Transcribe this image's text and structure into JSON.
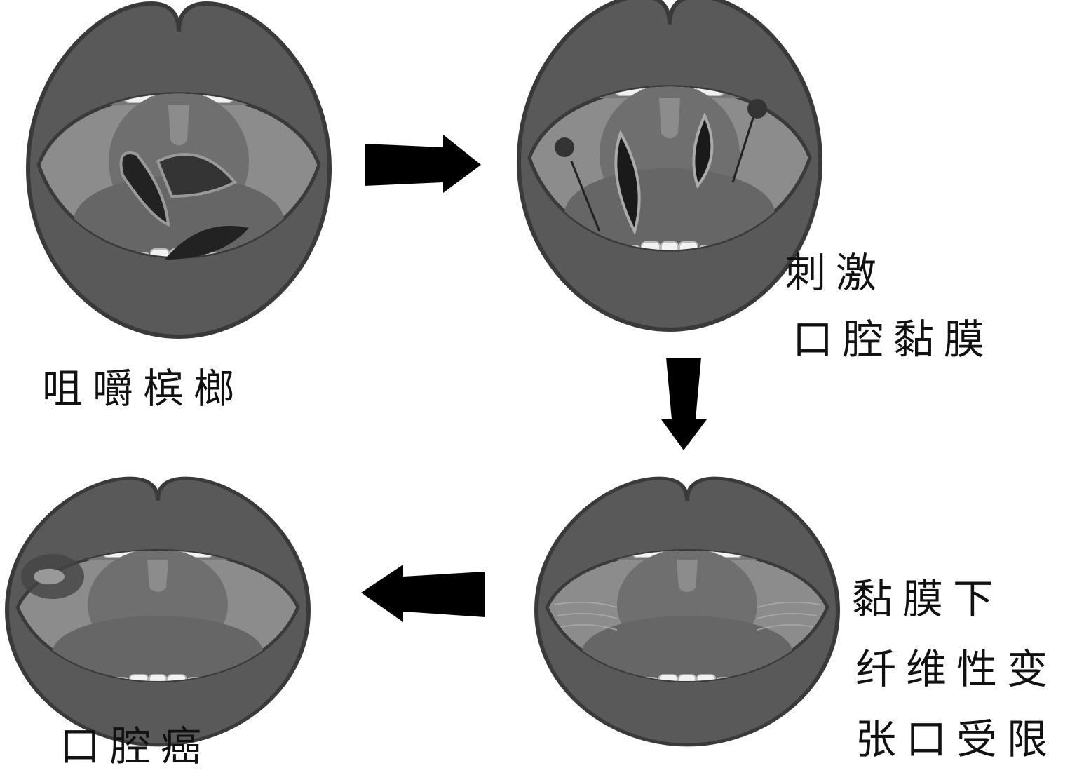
{
  "labels": {
    "step1": "咀嚼槟榔",
    "step2_line1": "刺激",
    "step2_line2": "口腔黏膜",
    "step3_line1": "黏膜下",
    "step3_line2": "纤维性变",
    "step3_line3": "张口受限",
    "step4": "口腔癌"
  },
  "colors": {
    "lip": "#595959",
    "lip_stroke": "#3a3a3a",
    "mouth_inner": "#8c8c8c",
    "palate": "#6f6f6f",
    "tongue": "#666666",
    "teeth": "#f2f2f2",
    "arrow": "#000000"
  }
}
